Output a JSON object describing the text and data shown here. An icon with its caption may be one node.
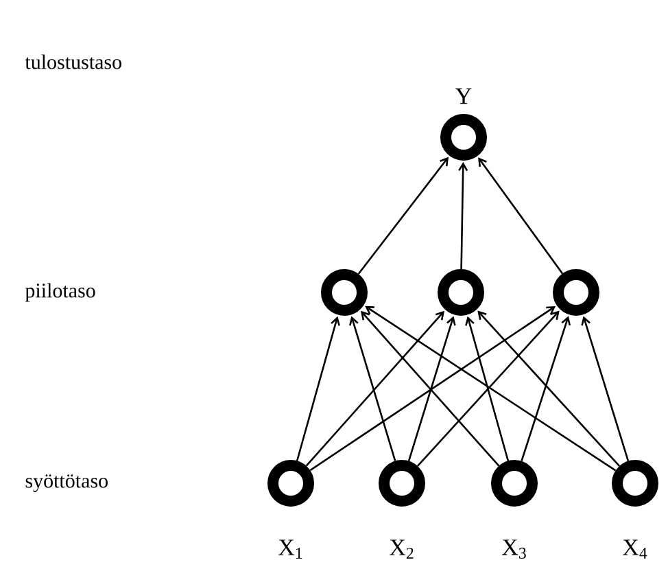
{
  "diagram": {
    "nodes": [
      {
        "text": [],
        "shape": "circle",
        "beside": [
          "Y"
        ]
      },
      {
        "text": [],
        "shape": "circle"
      },
      {
        "text": [],
        "shape": "circle"
      },
      {
        "text": [],
        "shape": "circle"
      },
      {
        "text": [],
        "shape": "circle",
        "beside": [
          "X$_{1}$"
        ]
      },
      {
        "text": [],
        "shape": "circle",
        "beside": [
          "X$_{2}$"
        ]
      },
      {
        "text": [],
        "shape": "circle",
        "beside": [
          "X$_{3}$"
        ]
      },
      {
        "text": [],
        "shape": "circle",
        "beside": [
          "X$_{4}$"
        ]
      }
    ],
    "edges": [
      {
        "from": 4,
        "to": 1,
        "arrow": "to"
      },
      {
        "from": 4,
        "to": 2,
        "arrow": "to"
      },
      {
        "from": 4,
        "to": 3,
        "arrow": "to"
      },
      {
        "from": 5,
        "to": 1,
        "arrow": "to"
      },
      {
        "from": 5,
        "to": 2,
        "arrow": "to"
      },
      {
        "from": 5,
        "to": 3,
        "arrow": "to"
      },
      {
        "from": 6,
        "to": 1,
        "arrow": "to"
      },
      {
        "from": 6,
        "to": 2,
        "arrow": "to"
      },
      {
        "from": 6,
        "to": 3,
        "arrow": "to"
      },
      {
        "from": 7,
        "to": 1,
        "arrow": "to"
      },
      {
        "from": 7,
        "to": 2,
        "arrow": "to"
      },
      {
        "from": 7,
        "to": 3,
        "arrow": "to"
      },
      {
        "from": 1,
        "to": 0,
        "arrow": "to"
      },
      {
        "from": 2,
        "to": 0,
        "arrow": "to"
      },
      {
        "from": 3,
        "to": 0,
        "arrow": "to"
      }
    ],
    "labels": [
      "tulostustaso",
      "piilotaso",
      "syöttötaso"
    ]
  }
}
